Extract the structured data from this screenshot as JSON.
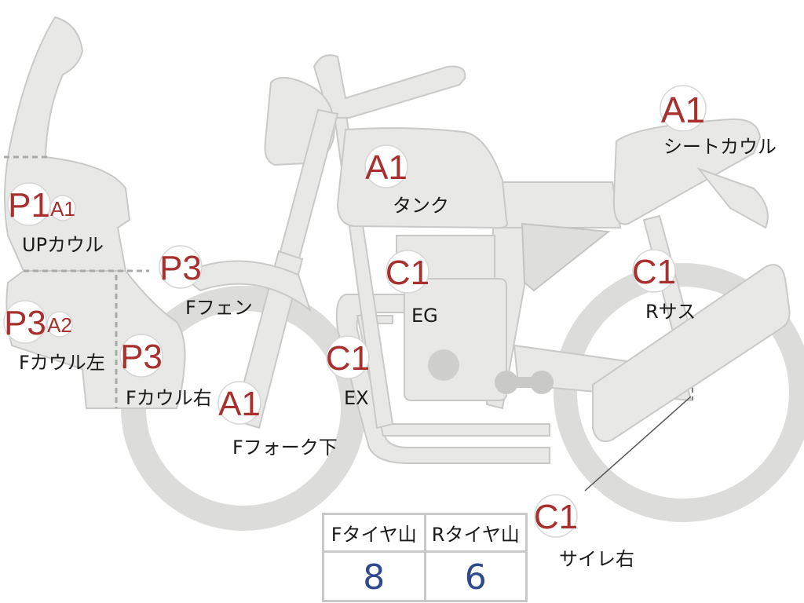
{
  "labels": {
    "up_cowl": {
      "grade_main": "P1",
      "grade_sub": "A1",
      "name": "UPカウル"
    },
    "f_cowl_left": {
      "grade_main": "P3",
      "grade_sub": "A2",
      "name": "Fカウル左"
    },
    "f_cowl_right": {
      "grade": "P3",
      "name": "Fカウル右"
    },
    "f_fender": {
      "grade": "P3",
      "name": "Fフェン"
    },
    "f_fork_lower": {
      "grade": "A1",
      "name": "Fフォーク下"
    },
    "exhaust": {
      "grade": "C1",
      "name": "EX"
    },
    "engine": {
      "grade": "C1",
      "name": "EG"
    },
    "tank": {
      "grade": "A1",
      "name": "タンク"
    },
    "seat_cowl": {
      "grade": "A1",
      "name": "シートカウル"
    },
    "rear_suspension": {
      "grade": "C1",
      "name": "Rサス"
    },
    "silencer_right": {
      "grade": "C1",
      "name": "サイレ右"
    }
  },
  "tire_table": {
    "headers": [
      "Fタイヤ山",
      "Rタイヤ山"
    ],
    "values": [
      "8",
      "6"
    ]
  },
  "colors": {
    "grade_text": "#a8302e",
    "tire_value_text": "#2e4a8c",
    "body_fill": "#e8e8e6",
    "body_stroke": "#c9c9c7"
  }
}
